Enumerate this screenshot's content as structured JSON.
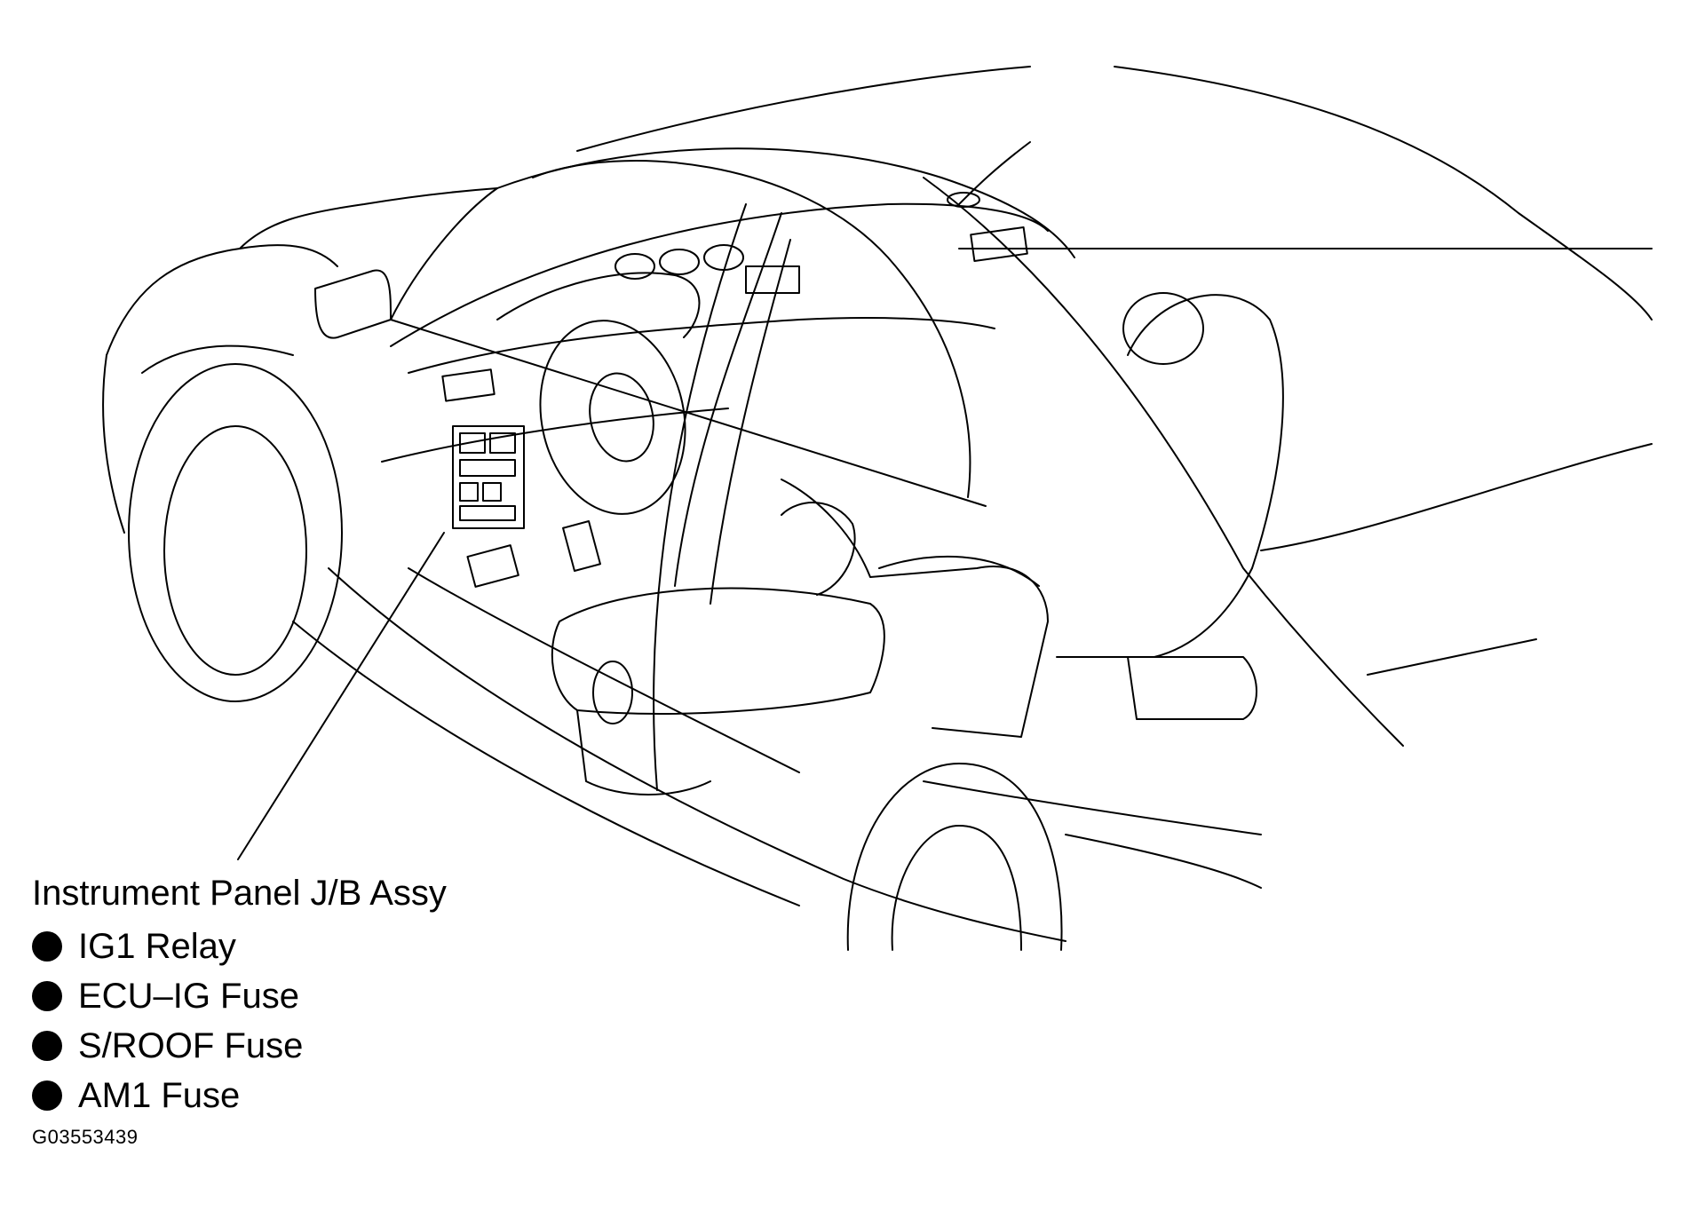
{
  "legend": {
    "title": "Instrument Panel J/B Assy",
    "items": [
      {
        "label": "IG1 Relay",
        "bullet_icon": "filled-circle"
      },
      {
        "label": "ECU–IG Fuse",
        "bullet_icon": "filled-circle"
      },
      {
        "label": "S/ROOF Fuse",
        "bullet_icon": "filled-circle"
      },
      {
        "label": "AM1 Fuse",
        "bullet_icon": "filled-circle"
      }
    ]
  },
  "figure_id": "G03553439",
  "colors": {
    "line": "#000000",
    "background": "#ffffff"
  }
}
